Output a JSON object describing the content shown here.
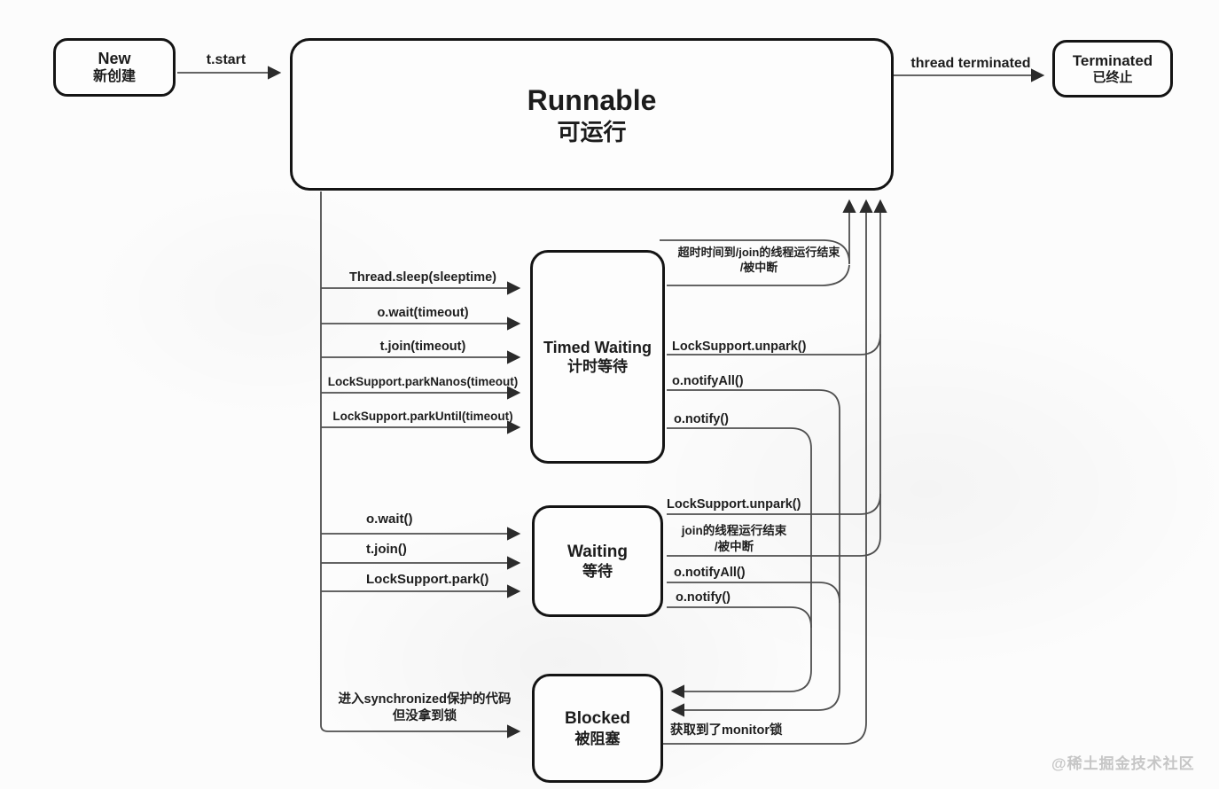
{
  "diagram": {
    "nodes": {
      "new": {
        "title": "New",
        "subtitle": "新创建"
      },
      "runnable": {
        "title": "Runnable",
        "subtitle": "可运行"
      },
      "terminated": {
        "title": "Terminated",
        "subtitle": "已终止"
      },
      "timed_waiting": {
        "title": "Timed Waiting",
        "subtitle": "计时等待"
      },
      "waiting": {
        "title": "Waiting",
        "subtitle": "等待"
      },
      "blocked": {
        "title": "Blocked",
        "subtitle": "被阻塞"
      }
    },
    "edges": {
      "t_start": "t.start",
      "thread_terminated": "thread terminated",
      "sleep": "Thread.sleep(sleeptime)",
      "wait_timeout": "o.wait(timeout)",
      "join_timeout": "t.join(timeout)",
      "park_nanos": "LockSupport.parkNanos(timeout)",
      "park_until": "LockSupport.parkUntil(timeout)",
      "tw_timeout_line1": "超时时间到/join的线程运行结束",
      "tw_timeout_line2": "/被中断",
      "tw_unpark": "LockSupport.unpark()",
      "tw_notify_all": "o.notifyAll()",
      "tw_notify": "o.notify()",
      "o_wait": "o.wait()",
      "t_join": "t.join()",
      "park": "LockSupport.park()",
      "w_unpark": "LockSupport.unpark()",
      "w_join_end_line1": "join的线程运行结束",
      "w_join_end_line2": "/被中断",
      "w_notify_all": "o.notifyAll()",
      "w_notify": "o.notify()",
      "enter_sync_line1": "进入synchronized保护的代码",
      "enter_sync_line2": "但没拿到锁",
      "got_monitor": "获取到了monitor锁"
    },
    "watermark": "@稀土掘金技术社区",
    "colors": {
      "background": "#fcfcfc",
      "box_border": "#141414",
      "box_fill": "#fdfdfd",
      "line": "#4f4f4f",
      "arrowhead": "#2b2b2b",
      "text": "#1e1e1e",
      "watermark": "#c6c6c6"
    }
  }
}
